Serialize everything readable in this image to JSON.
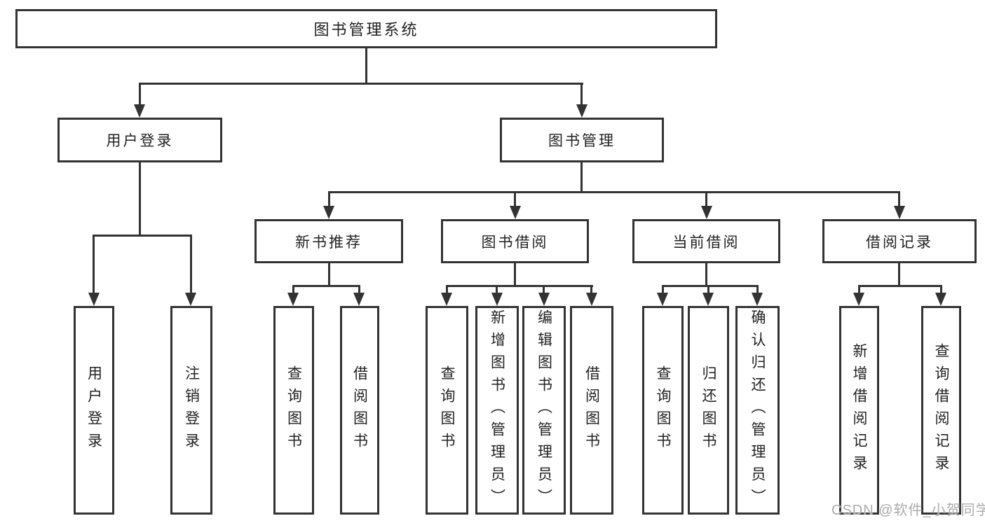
{
  "colors": {
    "line": "#333333",
    "text": "#222222",
    "background": "#ffffff",
    "watermark": "#ababab"
  },
  "nodes": {
    "root": "图书管理系统",
    "level2": [
      "用户登录",
      "图书管理"
    ],
    "level3": [
      "新书推荐",
      "图书借阅",
      "当前借阅",
      "借阅记录"
    ],
    "leaves": [
      "用户登录",
      "注销登录",
      "查询图书",
      "借阅图书",
      "查询图书",
      "新增图书（管理员）",
      "编辑图书（管理员）",
      "借阅图书",
      "查询图书",
      "归还图书",
      "确认归还（管理员）",
      "新增借阅记录",
      "查询借阅记录"
    ]
  },
  "watermark": "CSDN @软件_小贺同学"
}
